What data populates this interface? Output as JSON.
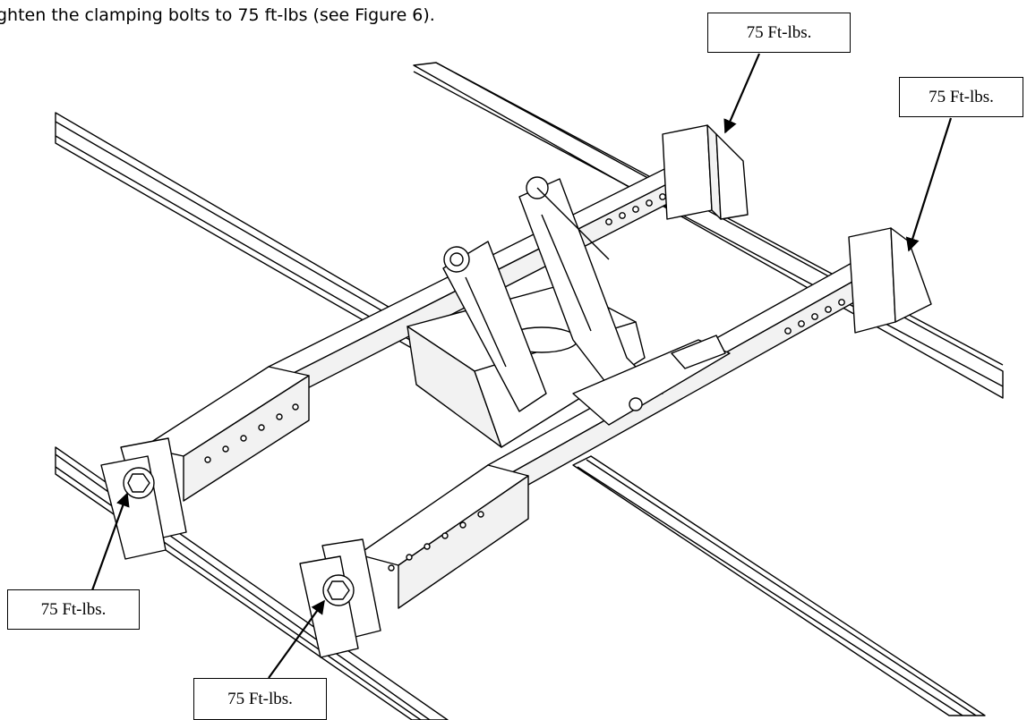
{
  "instruction_text": "ghten the clamping bolts to 75 ft-lbs (see Figure 6).",
  "callouts": [
    {
      "id": "top-center",
      "label": "75 Ft-lbs."
    },
    {
      "id": "top-right",
      "label": "75 Ft-lbs."
    },
    {
      "id": "bottom-left",
      "label": "75 Ft-lbs."
    },
    {
      "id": "bottom-center",
      "label": "75 Ft-lbs."
    }
  ],
  "colors": {
    "line": "#000000",
    "fill": "#ffffff",
    "shade": "#f2f2f2"
  }
}
